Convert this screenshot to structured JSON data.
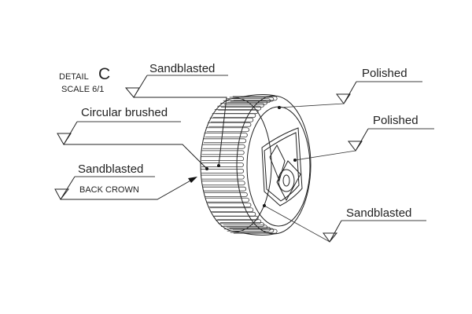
{
  "detail": {
    "word": "DETAIL",
    "letter": "C",
    "scale": "SCALE 6/1"
  },
  "callouts": {
    "sandblasted_top": "Sandblasted",
    "circular_brushed": "Circular brushed",
    "sandblasted_back": "Sandblasted",
    "back_crown": "BACK CROWN",
    "polished_rim": "Polished",
    "polished_emblem": "Polished",
    "sandblasted_face": "Sandblasted"
  }
}
